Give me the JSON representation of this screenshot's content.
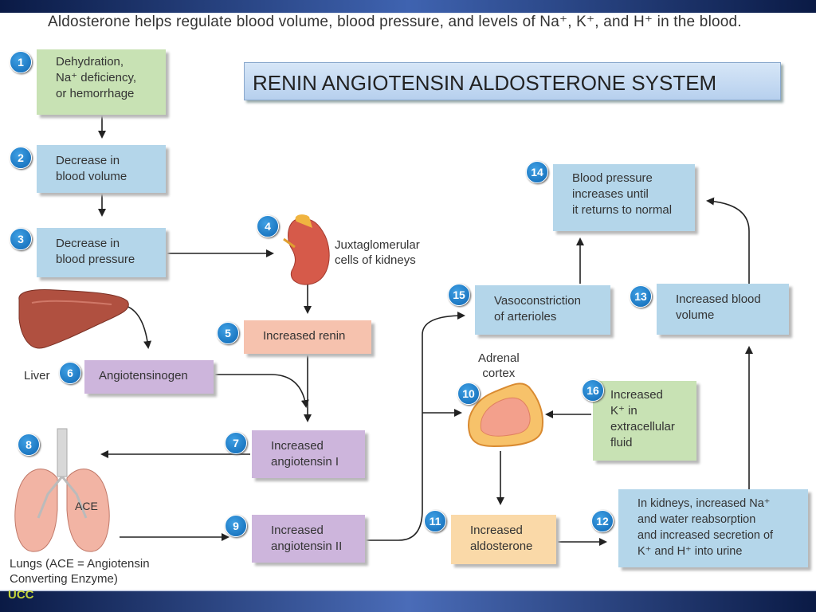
{
  "caption": "Aldosterone helps regulate blood volume, blood pressure, and levels of Na⁺, K⁺, and H⁺ in the blood.",
  "title": "RENIN ANGIOTENSIN ALDOSTERONE SYSTEM",
  "footer": "UCC",
  "steps": {
    "s1": {
      "num": "1",
      "text": "Dehydration,\nNa⁺ deficiency,\nor hemorrhage"
    },
    "s2": {
      "num": "2",
      "text": "Decrease in\nblood volume"
    },
    "s3": {
      "num": "3",
      "text": "Decrease in\nblood pressure"
    },
    "s4": {
      "num": "4",
      "text": "Juxtaglomerular\ncells of kidneys"
    },
    "s5": {
      "num": "5",
      "text": "Increased renin"
    },
    "s6": {
      "num": "6",
      "text": "Angiotensinogen",
      "organ": "Liver"
    },
    "s7": {
      "num": "7",
      "text": "Increased\nangiotensin I"
    },
    "s8": {
      "num": "8",
      "organ": "Lungs (ACE = Angiotensin\nConverting Enzyme)",
      "ace": "ACE"
    },
    "s9": {
      "num": "9",
      "text": "Increased\nangiotensin II"
    },
    "s10": {
      "num": "10",
      "organ": "Adrenal\ncortex"
    },
    "s11": {
      "num": "11",
      "text": "Increased\naldosterone"
    },
    "s12": {
      "num": "12",
      "text": "In kidneys, increased Na⁺\nand water reabsorption\nand increased secretion of\nK⁺ and H⁺ into urine"
    },
    "s13": {
      "num": "13",
      "text": "Increased blood\nvolume"
    },
    "s14": {
      "num": "14",
      "text": "Blood pressure\nincreases until\nit returns to normal"
    },
    "s15": {
      "num": "15",
      "text": "Vasoconstriction\nof arterioles"
    },
    "s16": {
      "num": "16",
      "text": "Increased\nK⁺ in\nextracellular\nfluid"
    }
  },
  "colors": {
    "green": "#c8e2b4",
    "blue": "#b4d6ea",
    "pink": "#f6c2ae",
    "purple": "#cdb5dc",
    "orange": "#fad9a8",
    "badge": "#1478c8"
  }
}
